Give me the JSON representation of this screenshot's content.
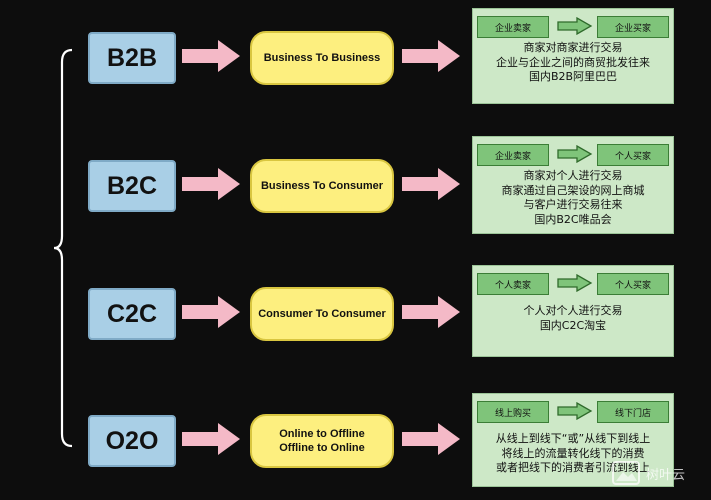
{
  "rows": [
    {
      "code": "B2B",
      "name_lines": [
        "Business To Business"
      ],
      "from": "企业卖家",
      "to": "企业买家",
      "lines": [
        "商家对商家进行交易",
        "企业与企业之间的商贸批发往来",
        "国内B2B阿里巴巴"
      ]
    },
    {
      "code": "B2C",
      "name_lines": [
        "Business To Consumer"
      ],
      "from": "企业卖家",
      "to": "个人买家",
      "lines": [
        "商家对个人进行交易",
        "商家通过自己架设的网上商城",
        "与客户进行交易往来",
        "国内B2C唯品会"
      ]
    },
    {
      "code": "C2C",
      "name_lines": [
        "Consumer To Consumer"
      ],
      "from": "个人卖家",
      "to": "个人买家",
      "lines": [
        "个人对个人进行交易",
        "国内C2C淘宝"
      ]
    },
    {
      "code": "O2O",
      "name_lines": [
        "Online to Offline",
        "Offline to Online"
      ],
      "from": "线上购买",
      "to": "线下门店",
      "lines": [
        "从线上到线下“或”从线下到线上",
        "将线上的流量转化线下的消费",
        "或者把线下的消费者引流到线上"
      ]
    }
  ],
  "watermark": "树叶云",
  "colors": {
    "background": "#0d0d0d",
    "code_box": "#a9cfe6",
    "pill": "#fdef7f",
    "card": "#cde8c7",
    "chip": "#7fc47a",
    "arrow_pink": "#f4b9c7"
  }
}
